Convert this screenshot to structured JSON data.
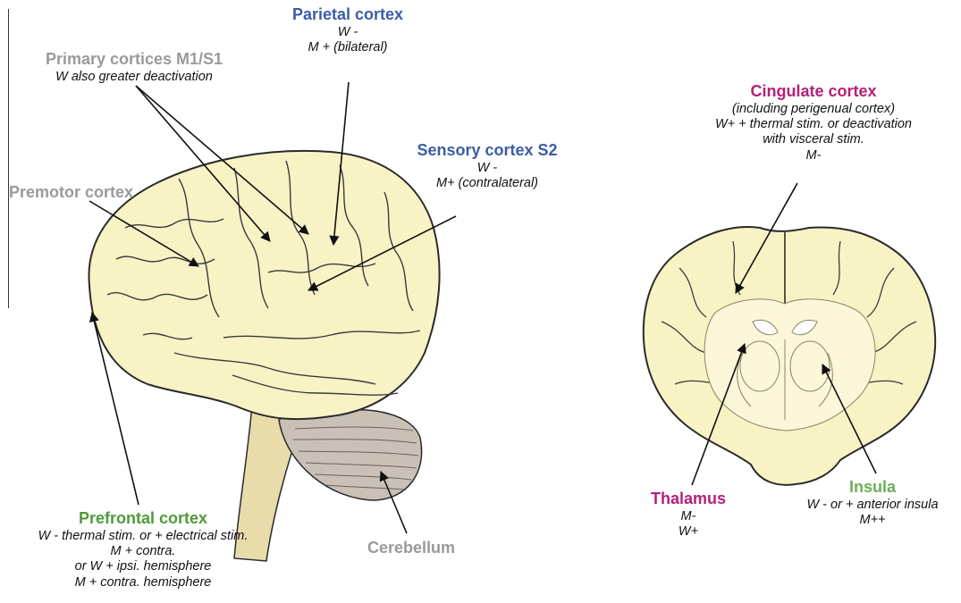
{
  "colors": {
    "blue": "#3b5ca8",
    "grey": "#9a9a9a",
    "green": "#4f9a3c",
    "magenta": "#b5207a",
    "brain_fill": "#f8f3c5",
    "brain_stroke": "#2b2b2b"
  },
  "labels": {
    "parietal": {
      "title": "Parietal cortex",
      "lines": [
        "W -",
        "M + (bilateral)"
      ]
    },
    "primary": {
      "title": "Primary cortices M1/S1",
      "lines": [
        "W also greater deactivation"
      ]
    },
    "sensory": {
      "title": "Sensory cortex S2",
      "lines": [
        "W -",
        "M+ (contralateral)"
      ]
    },
    "premotor": {
      "title": "Premotor cortex",
      "lines": []
    },
    "prefrontal": {
      "title": "Prefrontal cortex",
      "lines": [
        "W -  thermal stim.  or + electrical stim.",
        "M +  contra.",
        "or  W + ipsi. hemisphere",
        "M + contra. hemisphere"
      ]
    },
    "cerebellum": {
      "title": "Cerebellum",
      "lines": []
    },
    "cingulate": {
      "title": "Cingulate cortex",
      "lines": [
        "(including perigenual cortex)",
        "W+ + thermal stim. or deactivation",
        "with visceral stim.",
        "M-"
      ]
    },
    "thalamus": {
      "title": "Thalamus",
      "lines": [
        "M-",
        "W+"
      ]
    },
    "insula": {
      "title": "Insula",
      "lines": [
        "W -  or + anterior insula",
        "M++"
      ]
    }
  },
  "illustrations": {
    "lateral_brain": "lateral-brain-view",
    "coronal_section": "coronal-brain-section"
  }
}
